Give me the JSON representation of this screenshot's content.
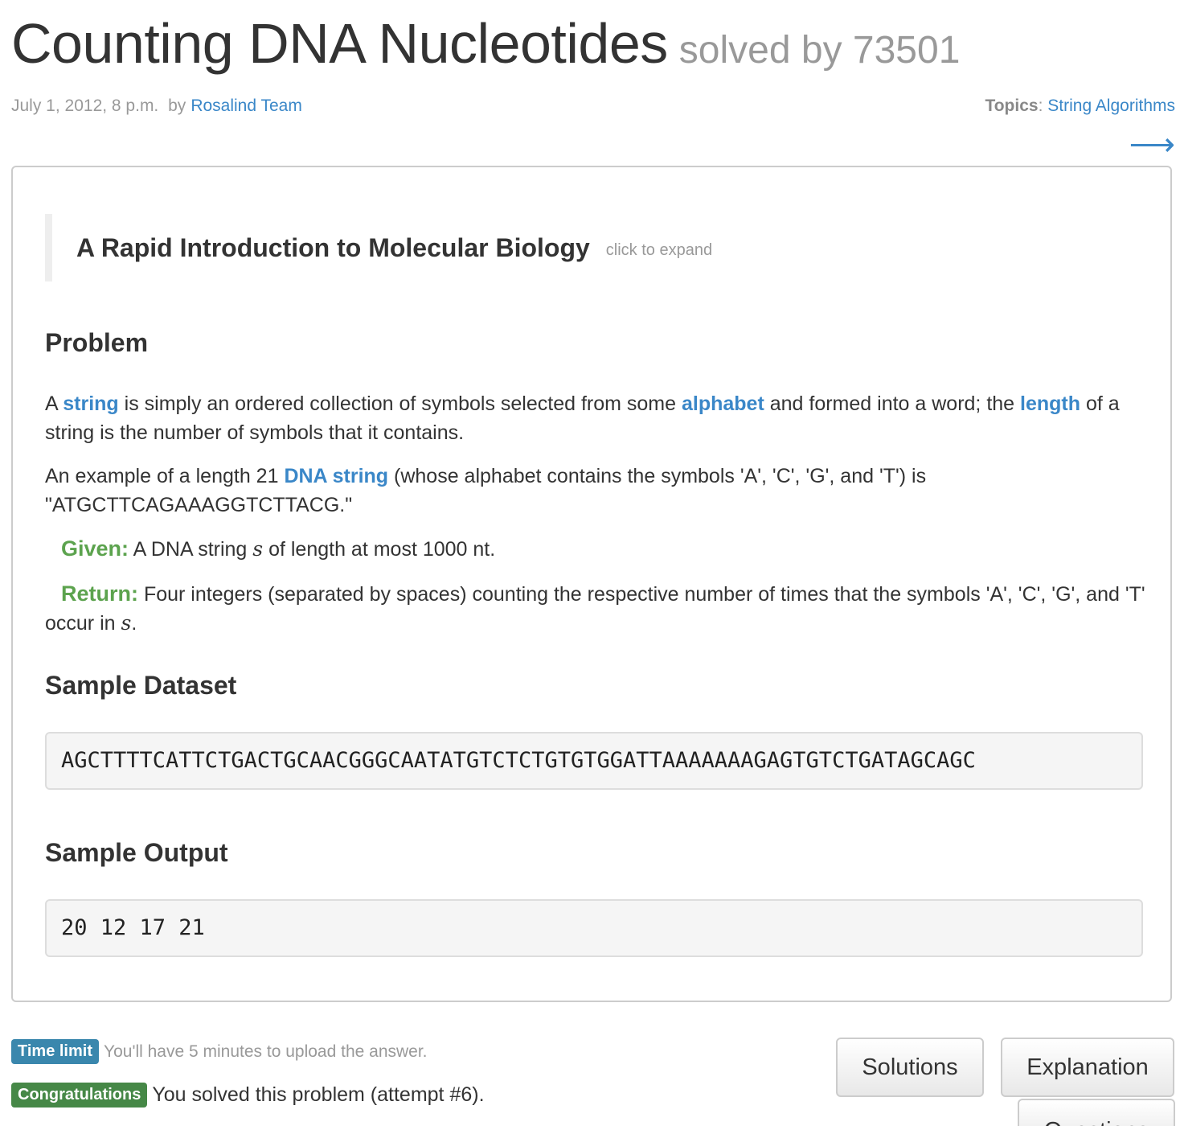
{
  "header": {
    "title": "Counting DNA Nucleotides",
    "solved_by": "solved by 73501",
    "date": "July 1, 2012, 8 p.m.",
    "by": "by",
    "author": "Rosalind Team",
    "topics_label": "Topics",
    "topics_colon": ":",
    "topic": "String Algorithms",
    "next_arrow": "⟶"
  },
  "intro": {
    "title": "A Rapid Introduction to Molecular Biology",
    "expand": "click to expand"
  },
  "problem": {
    "heading": "Problem",
    "p1": {
      "t1": "A ",
      "k1": "string",
      "t2": " is simply an ordered collection of symbols selected from some ",
      "k2": "alphabet",
      "t3": " and formed into a word; the ",
      "k3": "length",
      "t4": " of a string is the number of symbols that it contains."
    },
    "p2": {
      "t1": "An example of a length 21 ",
      "k1": "DNA string",
      "t2": " (whose alphabet contains the symbols 'A', 'C', 'G', and 'T') is \"ATGCTTCAGAAAGGTCTTACG.\""
    },
    "given": {
      "label": "Given:",
      "t1": " A DNA string ",
      "var": "s",
      "t2": " of length at most 1000 nt."
    },
    "return": {
      "label": "Return:",
      "t1": " Four integers (separated by spaces) counting the respective number of times that the symbols 'A', 'C', 'G', and 'T' occur in ",
      "var": "s",
      "t2": "."
    }
  },
  "sample_dataset": {
    "heading": "Sample Dataset",
    "value": "AGCTTTTCATTCTGACTGCAACGGGCAATATGTCTCTGTGTGGATTAAAAAAAGAGTGTCTGATAGCAGC"
  },
  "sample_output": {
    "heading": "Sample Output",
    "value": "20 12 17 21"
  },
  "footer": {
    "time_badge": "Time limit",
    "time_text": "You'll have 5 minutes to upload the answer.",
    "congrats_badge": "Congratulations",
    "congrats_text": "You solved this problem (attempt #6).",
    "solutions_button": "Solutions",
    "explanation_button": "Explanation",
    "questions_button": "Questions"
  },
  "colors": {
    "link": "#3a87c8",
    "green_label": "#5ca34e",
    "badge_blue": "#3a87ad",
    "badge_green": "#468847"
  }
}
